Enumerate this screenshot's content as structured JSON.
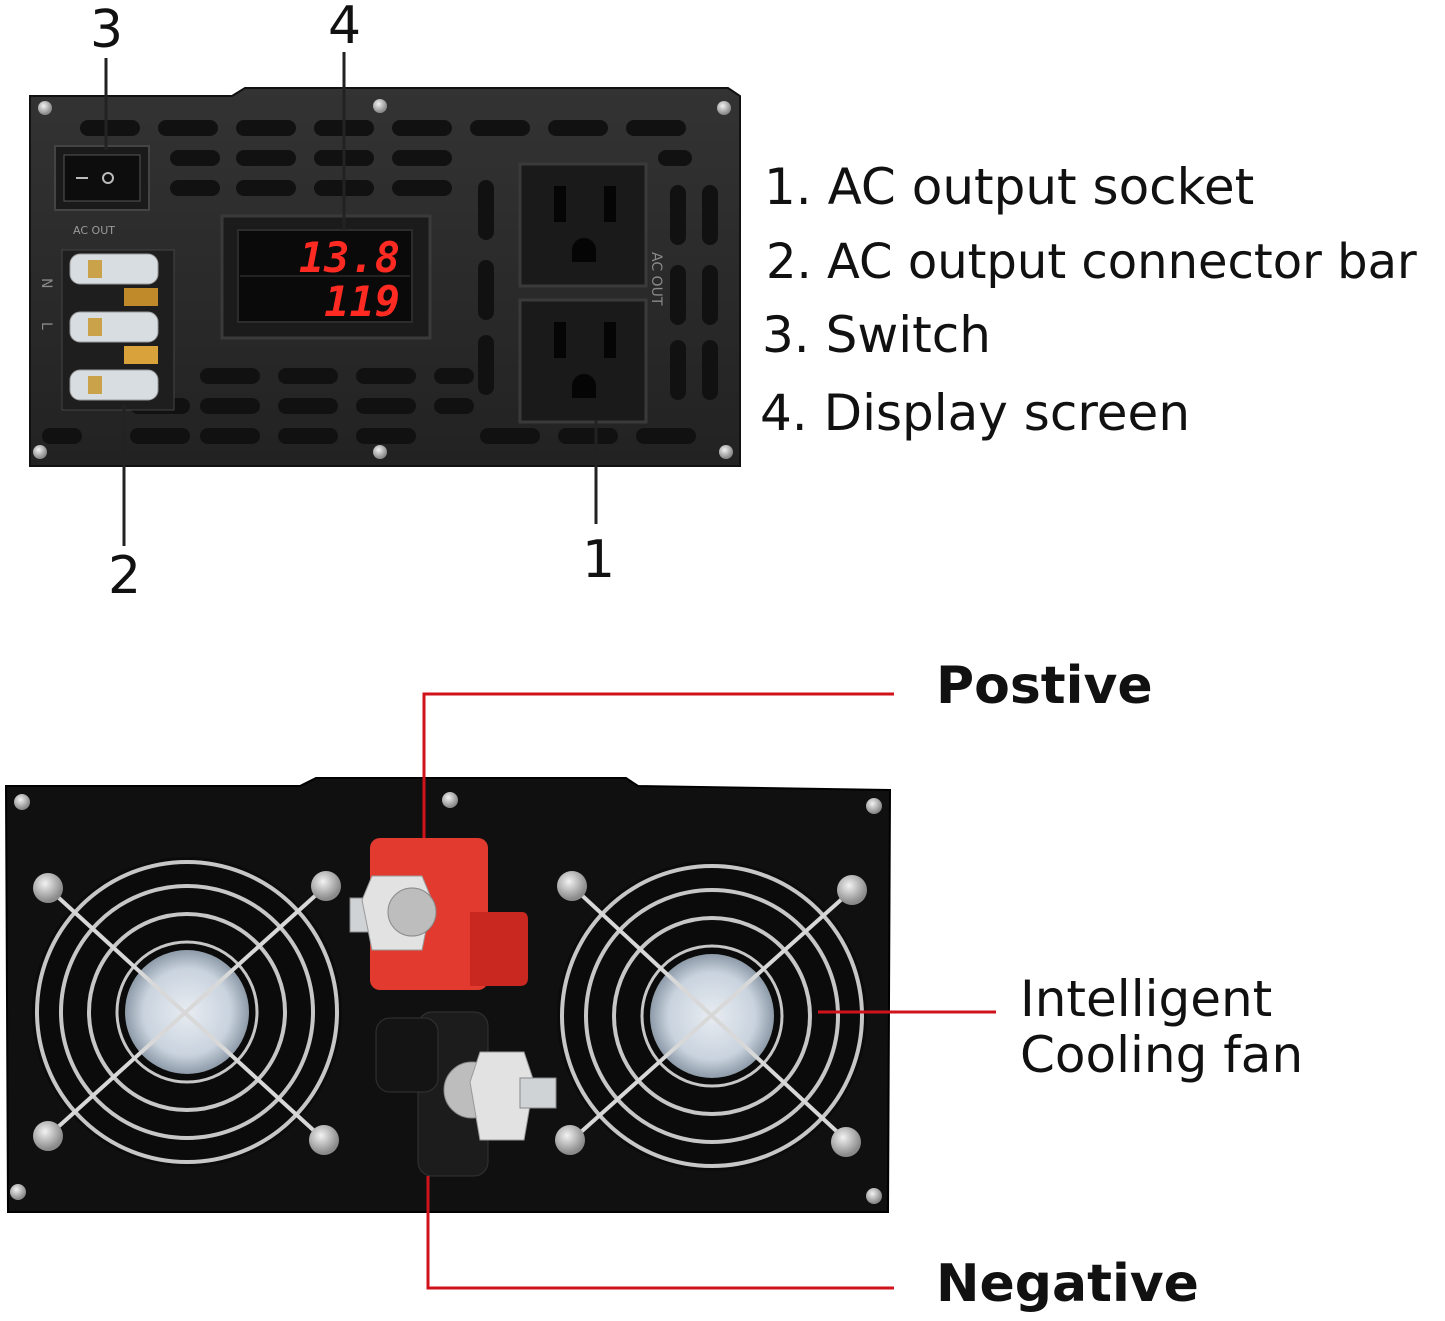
{
  "front_panel": {
    "display_line1": "13.8",
    "display_line2": "119",
    "switch_label": "AC OUT",
    "socket_side_label": "AC OUT",
    "connector_labels": [
      "N",
      "L"
    ]
  },
  "callouts": [
    "1",
    "2",
    "3",
    "4"
  ],
  "legend": [
    "1. AC output socket",
    "2. AC output connector bar",
    "3. Switch",
    "4. Display screen"
  ],
  "rear_labels": {
    "positive": "Postive",
    "negative": "Negative",
    "fan_line1": "Intelligent",
    "fan_line2": "Cooling fan"
  },
  "colors": {
    "leader_red": "#d0121b",
    "panel": "#2a2a2a",
    "display_red": "#ff2a22",
    "terminal_red": "#e23a2e"
  }
}
